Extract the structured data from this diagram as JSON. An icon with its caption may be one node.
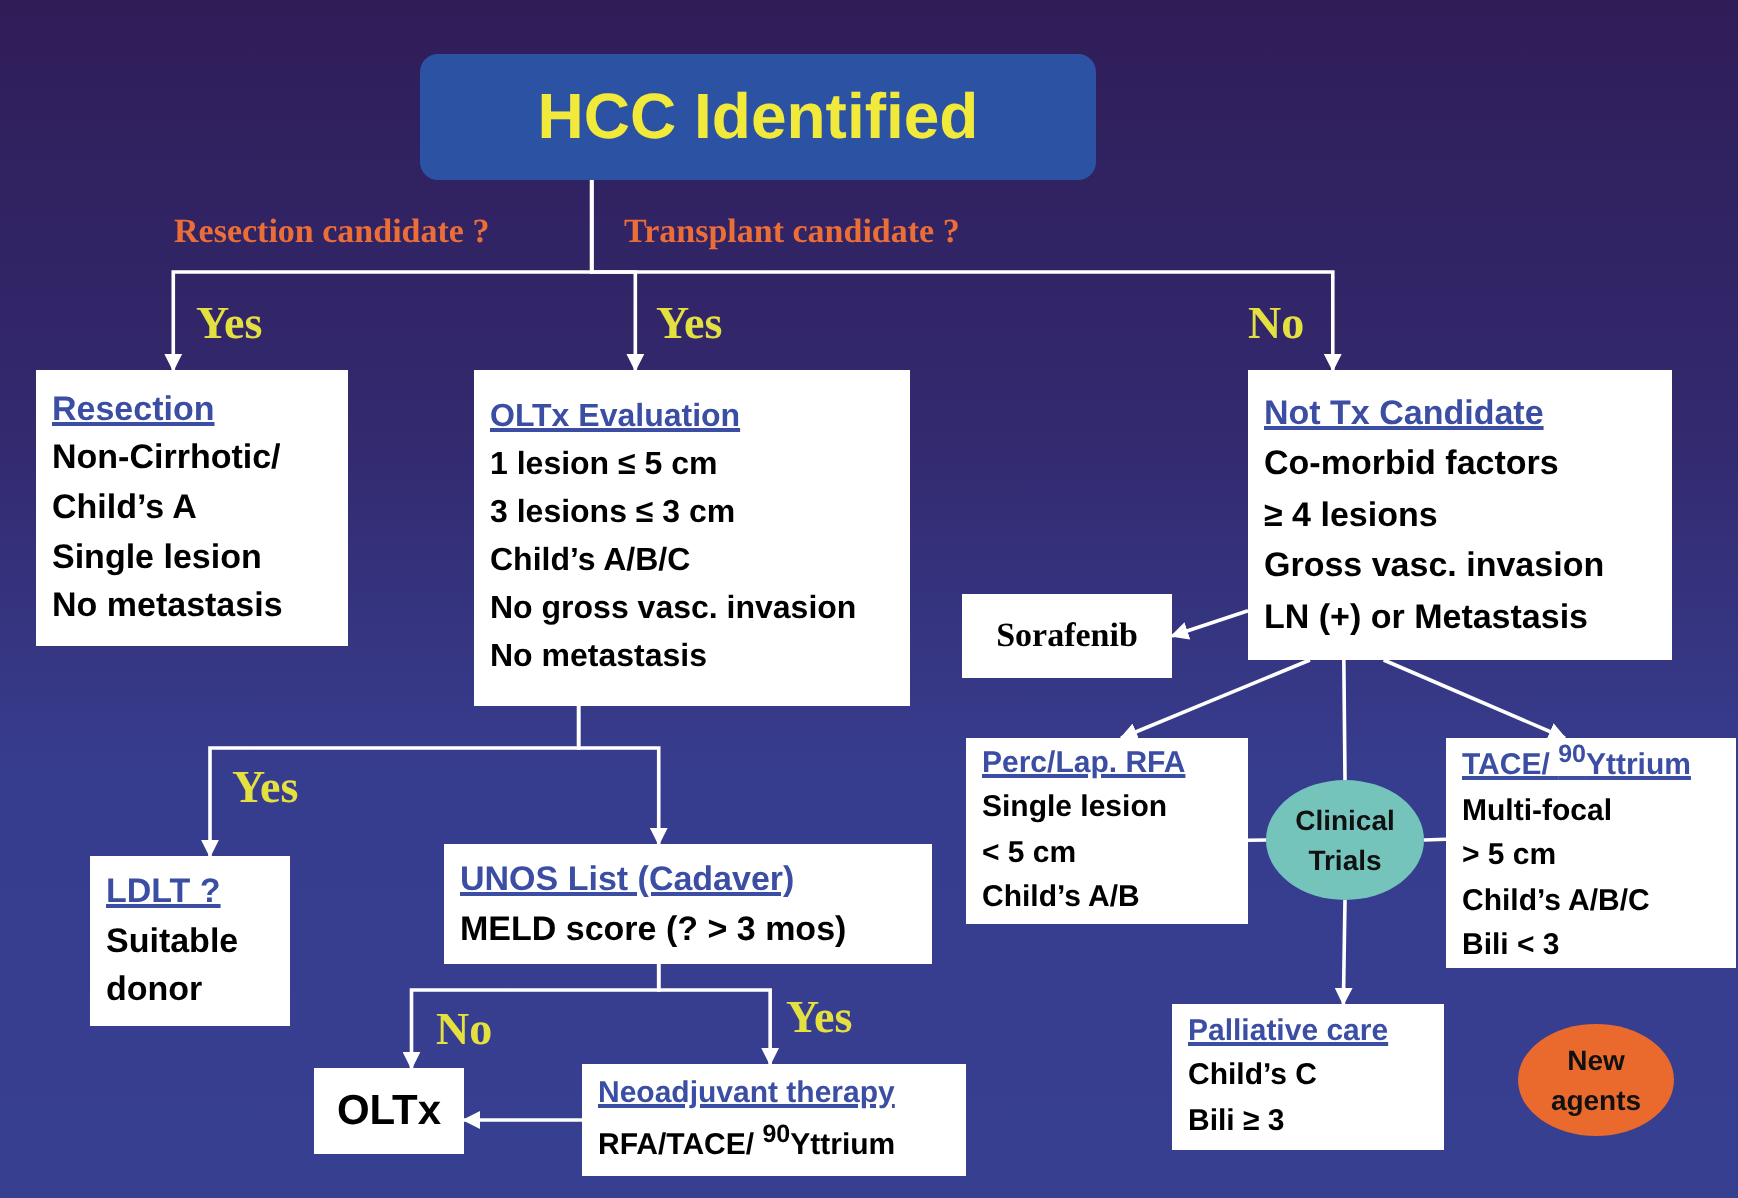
{
  "diagram": {
    "nodes": [
      {
        "text": [
          "HCC Identified"
        ]
      },
      {
        "text": [
          "Resection",
          "Non-Cirrhotic/ Child’s A",
          "Single lesion",
          "No metastasis"
        ]
      },
      {
        "text": [
          "OLTx Evaluation",
          "1 lesion ≤ 5 cm",
          "3 lesions ≤ 3 cm",
          "Child’s A/B/C",
          "No gross vasc. invasion",
          "No metastasis"
        ]
      },
      {
        "text": [
          "Not Tx Candidate",
          "Co-morbid factors",
          "≥ 4 lesions",
          "Gross vasc. invasion",
          "LN (+) or Metastasis"
        ]
      },
      {
        "text": [
          "Sorafenib"
        ]
      },
      {
        "text": [
          "LDLT ?",
          "Suitable donor"
        ]
      },
      {
        "text": [
          "UNOS List (Cadaver)",
          "MELD score (? > 3 mos)"
        ]
      },
      {
        "text": [
          "Perc/Lap. RFA",
          "Single lesion",
          "< 5 cm",
          "Child’s A/B"
        ]
      },
      {
        "text": [
          "Clinical Trials"
        ]
      },
      {
        "text": [
          "TACE/ $^{90}$Yttrium",
          "Multi-focal",
          "> 5 cm",
          "Child’s A/B/C",
          "Bili < 3"
        ]
      },
      {
        "text": [
          "OLTx"
        ]
      },
      {
        "text": [
          "Neoadjuvant therapy",
          "RFA/TACE/ $^{90}$Yttrium"
        ]
      },
      {
        "text": [
          "Palliative care",
          "Child’s C",
          "Bili ≥ 3"
        ]
      },
      {
        "text": [
          "New agents"
        ]
      }
    ],
    "edges": [
      {
        "from": 0,
        "to": 1,
        "arrow": "to",
        "label": "Yes"
      },
      {
        "from": 0,
        "to": 2,
        "arrow": "to",
        "label": "Yes"
      },
      {
        "from": 0,
        "to": 3,
        "arrow": "to",
        "label": "No"
      },
      {
        "from": 3,
        "to": 4,
        "arrow": "to"
      },
      {
        "from": 3,
        "to": 7,
        "arrow": "to"
      },
      {
        "from": 3,
        "to": 9,
        "arrow": "to"
      },
      {
        "from": 3,
        "to": 8,
        "arrow": "none"
      },
      {
        "from": 8,
        "to": 12,
        "arrow": "to"
      },
      {
        "from": 7,
        "to": 8,
        "arrow": "none"
      },
      {
        "from": 8,
        "to": 9,
        "arrow": "none"
      },
      {
        "from": 2,
        "to": 5,
        "arrow": "to",
        "label": "Yes"
      },
      {
        "from": 2,
        "to": 6,
        "arrow": "to"
      },
      {
        "from": 6,
        "to": 10,
        "arrow": "to",
        "label": "No"
      },
      {
        "from": 6,
        "to": 11,
        "arrow": "to",
        "label": "Yes"
      },
      {
        "from": 11,
        "to": 10,
        "arrow": "to"
      }
    ],
    "labels": [
      "Resection candidate ?",
      "Transplant candidate ?"
    ]
  }
}
